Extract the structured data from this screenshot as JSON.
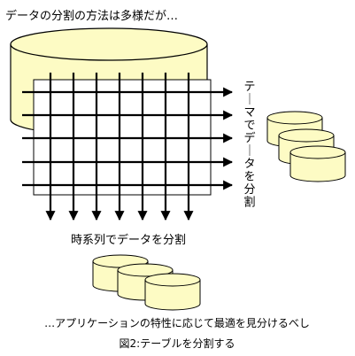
{
  "title": "データの分割の方法は多様だが…",
  "labels": {
    "topic_split": "テーマでデータを分割",
    "time_split": "時系列でデータを分割"
  },
  "conclusion": "…アプリケーションの特性に応じて最適を見分けるべし",
  "caption": "図2:テーブルを分割する",
  "colors": {
    "cylinder_fill": "#fdfbc4",
    "stroke": "#000000",
    "background": "#ffffff"
  }
}
